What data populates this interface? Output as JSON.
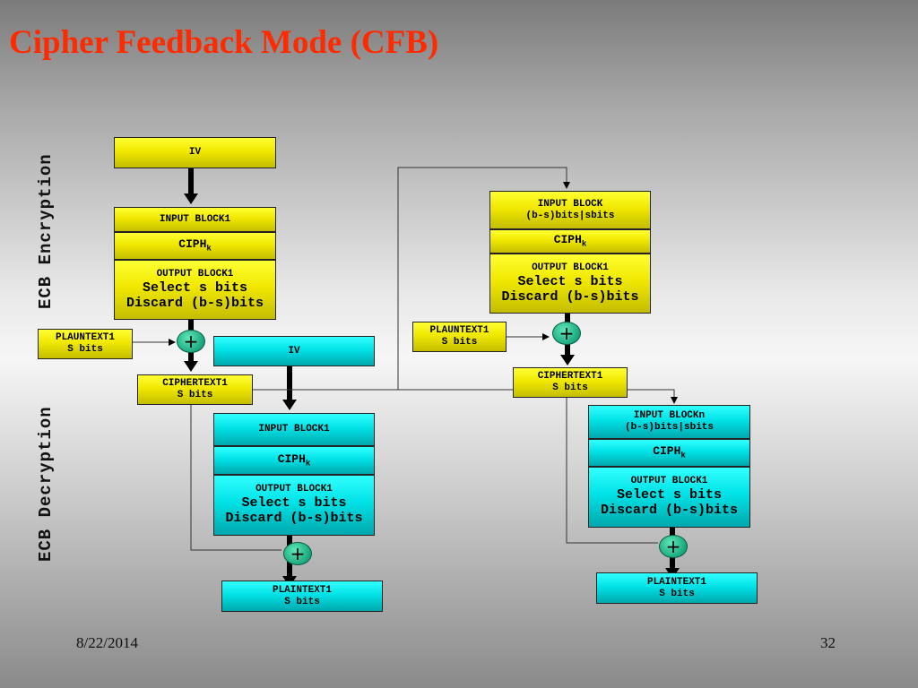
{
  "slide": {
    "title": "Cipher Feedback Mode (CFB)",
    "side_encryption": "ECB Encryption",
    "side_decryption": "ECB Decryption",
    "date": "8/22/2014",
    "page_number": "32"
  },
  "encryption": {
    "iv": "IV",
    "block1": {
      "input": "INPUT BLOCK1",
      "ciph": "CIPH",
      "ciph_sub": "k",
      "output_title": "OUTPUT BLOCK1",
      "output_line1": "Select s bits",
      "output_line2": "Discard (b-s)bits"
    },
    "plaintext1": {
      "line1": "PLAUNTEXT1",
      "line2": "S bits"
    },
    "xor1": "+",
    "ciphertext1": {
      "line1": "CIPHERTEXT1",
      "line2": "S bits"
    },
    "block2": {
      "input_line1": "INPUT BLOCK",
      "input_line2": "(b-s)bits|sbits",
      "ciph": "CIPH",
      "ciph_sub": "k",
      "output_title": "OUTPUT BLOCK1",
      "output_line1": "Select s bits",
      "output_line2": "Discard (b-s)bits"
    },
    "plaintext2": {
      "line1": "PLAUNTEXT1",
      "line2": "S bits"
    },
    "xor2": "+",
    "ciphertext2": {
      "line1": "CIPHERTEXT1",
      "line2": "S bits"
    }
  },
  "decryption": {
    "iv": "IV",
    "block1": {
      "input": "INPUT BLOCK1",
      "ciph": "CIPH",
      "ciph_sub": "k",
      "output_title": "OUTPUT BLOCK1",
      "output_line1": "Select s bits",
      "output_line2": "Discard (b-s)bits"
    },
    "xor1": "+",
    "plaintext1": {
      "line1": "PLAINTEXT1",
      "line2": "S bits"
    },
    "blockn": {
      "input_line1": "INPUT BLOCKn",
      "input_line2": "(b-s)bits|sbits",
      "ciph": "CIPH",
      "ciph_sub": "k",
      "output_title": "OUTPUT BLOCK1",
      "output_line1": "Select s bits",
      "output_line2": "Discard (b-s)bits"
    },
    "xor2": "+",
    "plaintext2": {
      "line1": "PLAINTEXT1",
      "line2": "S bits"
    }
  }
}
